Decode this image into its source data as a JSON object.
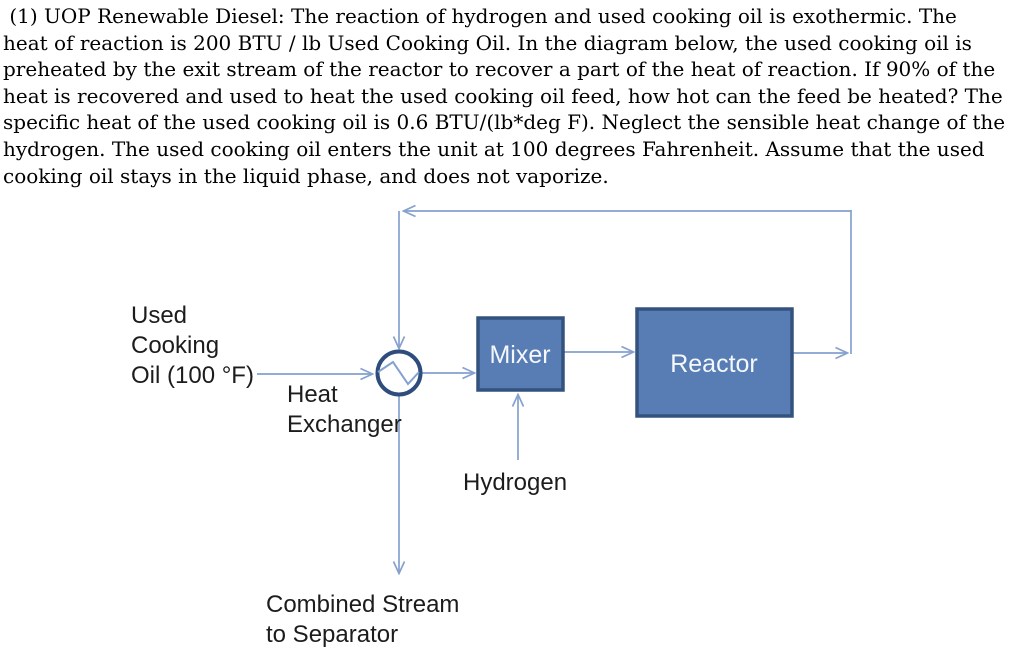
{
  "problem_statement": {
    "lines": [
      " (1) UOP Renewable Diesel: The reaction of hydrogen and used cooking oil is exothermic. The",
      "heat of reaction is 200 BTU / lb Used Cooking Oil. In the diagram below, the used cooking oil is",
      "preheated by the exit stream of the reactor to recover a part of the heat of reaction. If 90% of the",
      "heat is recovered and used to heat the used cooking oil feed, how hot can the feed be heated? The",
      "specific heat of the used cooking oil is 0.6 BTU/(lb*deg F). Neglect the sensible heat change of the",
      "hydrogen. The used cooking oil enters the unit at 100 degrees Fahrenheit. Assume that the used",
      "cooking oil stays in the liquid phase, and does not vaporize."
    ]
  },
  "diagram": {
    "feed_label": "Used\nCooking\nOil (100 °F)",
    "heat_exchanger_label": "Heat\nExchanger",
    "mixer_label": "Mixer",
    "reactor_label": "Reactor",
    "hydrogen_label": "Hydrogen",
    "separator_label": "Combined Stream\nto Separator",
    "colors": {
      "unit_fill": "#587cb4",
      "unit_border": "#33527e",
      "connector": "#85a1cf",
      "heat_exchanger_ring": "#2e4d7c",
      "unit_text": "#f4f7fb",
      "label_text": "#1c1c1c"
    }
  }
}
